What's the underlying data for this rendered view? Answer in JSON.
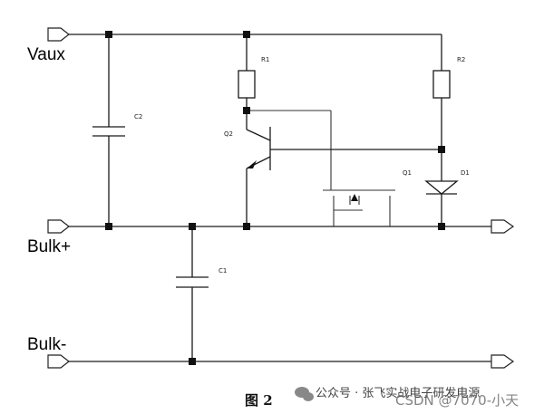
{
  "rails": {
    "vaux": "Vaux",
    "bulk_plus": "Bulk+",
    "bulk_minus": "Bulk-"
  },
  "components": {
    "r1": "R1",
    "r2": "R2",
    "c1": "C1",
    "c2": "C2",
    "q1": "Q1",
    "q2": "Q2",
    "d1": "D1"
  },
  "caption": "图 2",
  "watermark": {
    "wechat": "公众号 · 张飞实战电子研发电源",
    "csdn": "CSDN @7070-小天"
  }
}
